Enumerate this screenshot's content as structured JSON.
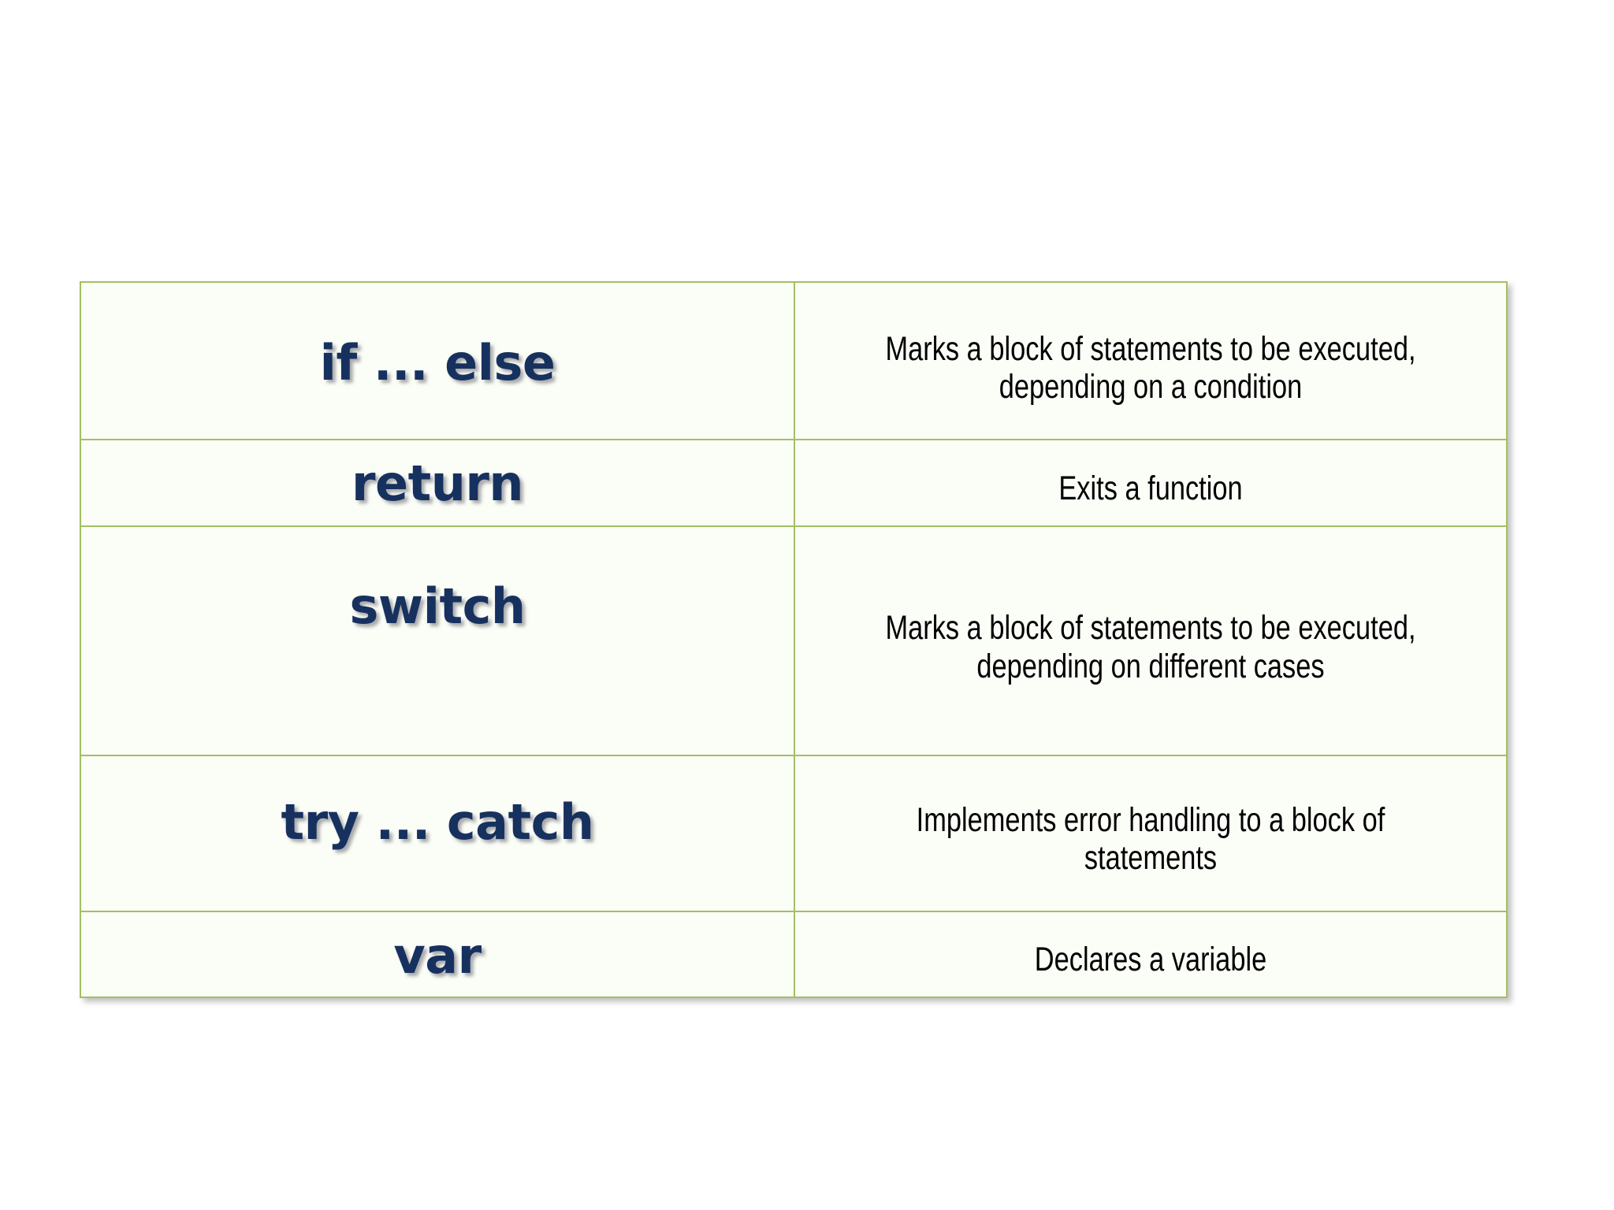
{
  "slide": {
    "background_color": "#ffffff",
    "table": {
      "border_color": "#a3bf62",
      "cell_background": "#fbfdf7",
      "keyword_color": "#17315f",
      "description_color": "#000000",
      "columns": [
        "keyword",
        "description"
      ],
      "rows": [
        {
          "keyword": "if ... else",
          "description": "Marks a block of statements to be executed, depending on a condition"
        },
        {
          "keyword": "return",
          "description": "Exits a function"
        },
        {
          "keyword": "switch",
          "description": "Marks a block of statements to be executed, depending on different cases"
        },
        {
          "keyword": "try ... catch",
          "description": "Implements error handling to a block of statements"
        },
        {
          "keyword": "var",
          "description": "Declares a variable"
        }
      ]
    }
  }
}
